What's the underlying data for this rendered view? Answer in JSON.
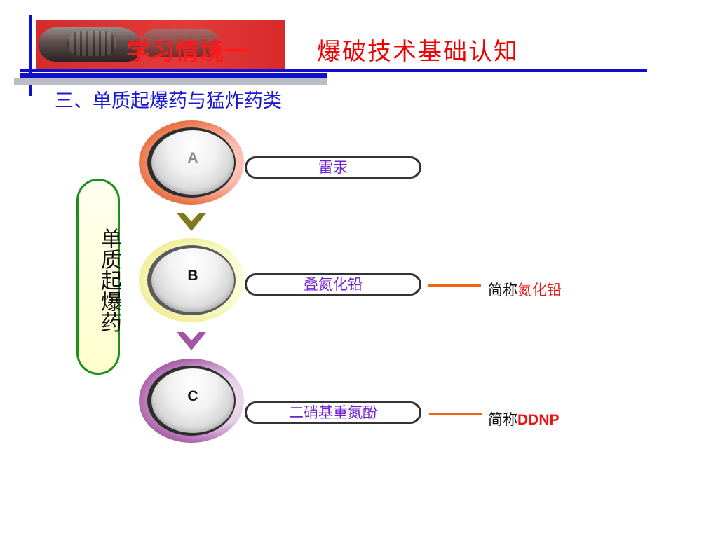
{
  "header": {
    "section_label": "学习情境一",
    "title": "爆破技术基础认知"
  },
  "subheading": "三、单质起爆药与猛炸药类",
  "side_label": "单质起爆药",
  "items": [
    {
      "letter": "A",
      "name": "雷汞"
    },
    {
      "letter": "B",
      "name": "叠氮化铅",
      "note_prefix": "简称",
      "note_value": "氮化铅"
    },
    {
      "letter": "C",
      "name": "二硝基重氮酚",
      "note_prefix": "简称",
      "note_value": "DDNP"
    }
  ],
  "colors": {
    "title_red": "#ee0000",
    "rule_blue": "#1010cc",
    "item_purple": "#7020d0",
    "ring_a": "#d64c1c",
    "ring_b": "#e7e27d",
    "ring_c": "#7a1f7a",
    "side_border": "#1a8f1a",
    "connector": "#ee6611"
  }
}
